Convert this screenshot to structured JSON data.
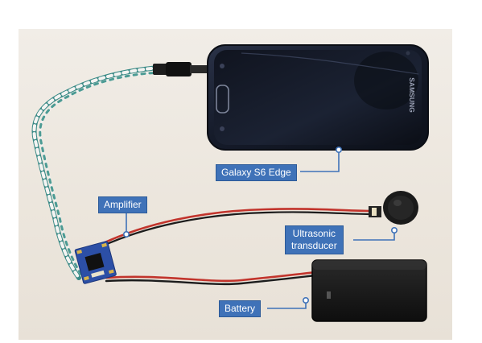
{
  "labels": {
    "galaxy": "Galaxy S6 Edge",
    "amplifier": "Amplifier",
    "ultrasonic_line1": "Ultrasonic",
    "ultrasonic_line2": "transducer",
    "battery": "Battery"
  },
  "phone_brand": "SAMSUNG",
  "colors": {
    "callout_fill": "#3f72b8",
    "callout_text": "#ffffff",
    "table_surface": "#ede7de",
    "phone_body": "#141b2b",
    "amplifier_board": "#2c4fa6",
    "wire_red": "#c2342c",
    "wire_black": "#1c1c1c",
    "battery_box": "#1a1a1a"
  }
}
